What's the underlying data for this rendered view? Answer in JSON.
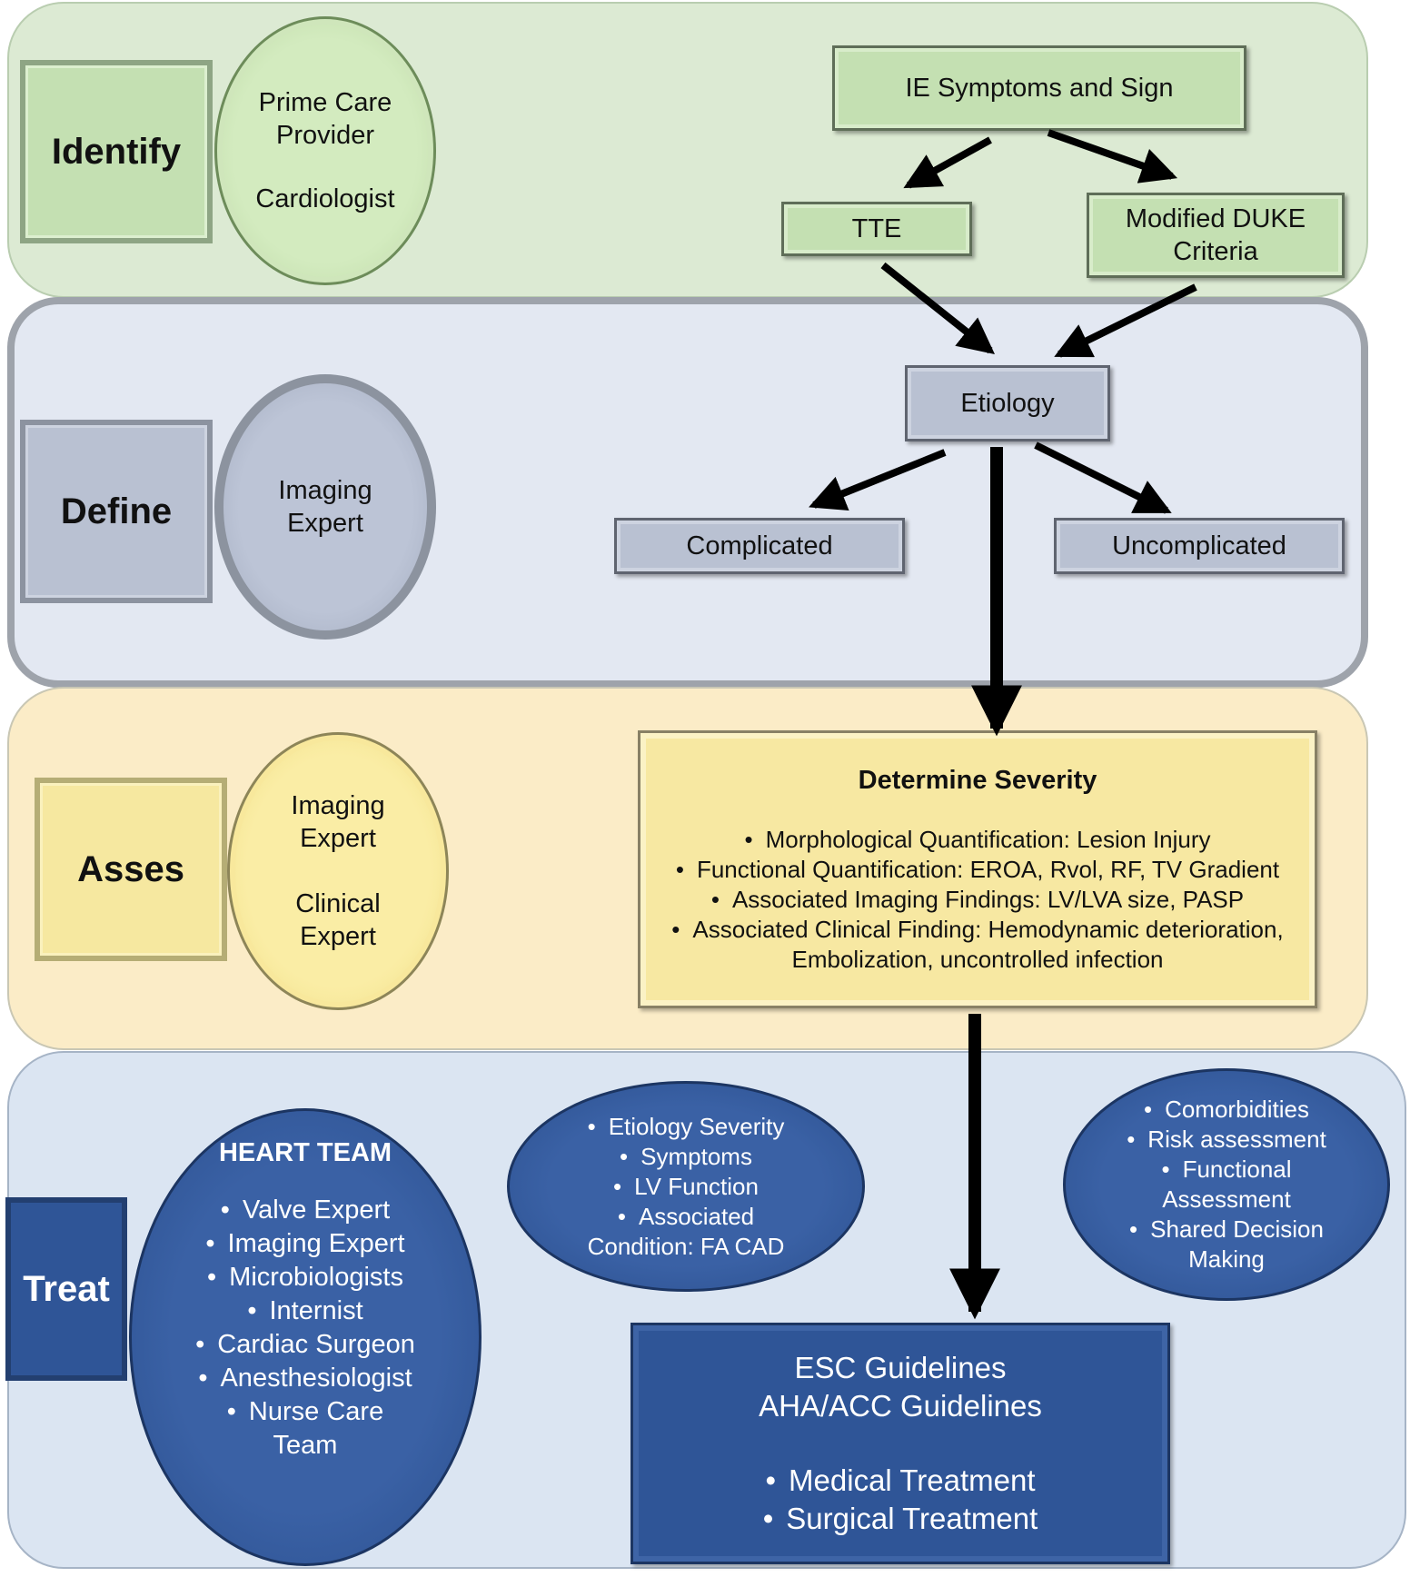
{
  "stages": {
    "identify": {
      "label": "Identify",
      "providers": [
        "Prime Care",
        "Provider",
        "Cardiologist"
      ]
    },
    "define": {
      "label": "Define",
      "providers": [
        "Imaging",
        "Expert"
      ]
    },
    "assess": {
      "label": "Asses",
      "providers": [
        "Imaging",
        "Expert",
        "Clinical",
        "Expert"
      ]
    },
    "treat": {
      "label": "Treat"
    }
  },
  "flow": {
    "ie_symptoms": "IE Symptoms and Sign",
    "tte": "TTE",
    "modified_duke": [
      "Modified DUKE",
      "Criteria"
    ],
    "etiology": "Etiology",
    "complicated": "Complicated",
    "uncomplicated": "Uncomplicated"
  },
  "severity": {
    "title": "Determine Severity",
    "items": [
      "Morphological Quantification: Lesion Injury",
      "Functional Quantification: EROA, Rvol, RF, TV Gradient",
      "Associated Imaging Findings: LV/LVA size, PASP",
      "Associated Clinical Finding: Hemodynamic deterioration,"
    ],
    "continuation": "Embolization, uncontrolled infection"
  },
  "heart_team": {
    "title": "HEART TEAM",
    "members": [
      "Valve Expert",
      "Imaging Expert",
      "Microbiologists",
      "Internist",
      "Cardiac Surgeon",
      "Anesthesiologist",
      "Nurse Care"
    ],
    "continuation": "Team"
  },
  "factors_left": {
    "items": [
      "Etiology Severity",
      "Symptoms",
      "LV Function",
      "Associated"
    ],
    "continuation": "Condition: FA CAD"
  },
  "factors_right": {
    "items": [
      "Comorbidities",
      "Risk assessment",
      "Functional"
    ],
    "continuation_1": "Assessment",
    "item_4": "Shared Decision",
    "continuation_2": "Making"
  },
  "guidelines": {
    "lines": [
      "ESC Guidelines",
      "AHA/ACC Guidelines"
    ],
    "treatments": [
      "Medical Treatment",
      "Surgical Treatment"
    ]
  },
  "colors": {
    "identify_band": "#dcead3",
    "define_band": "#e3e8f2",
    "assess_band": "#fbecc7",
    "treat_band": "#dbe5f2",
    "treat_accent": "#2f5597"
  }
}
